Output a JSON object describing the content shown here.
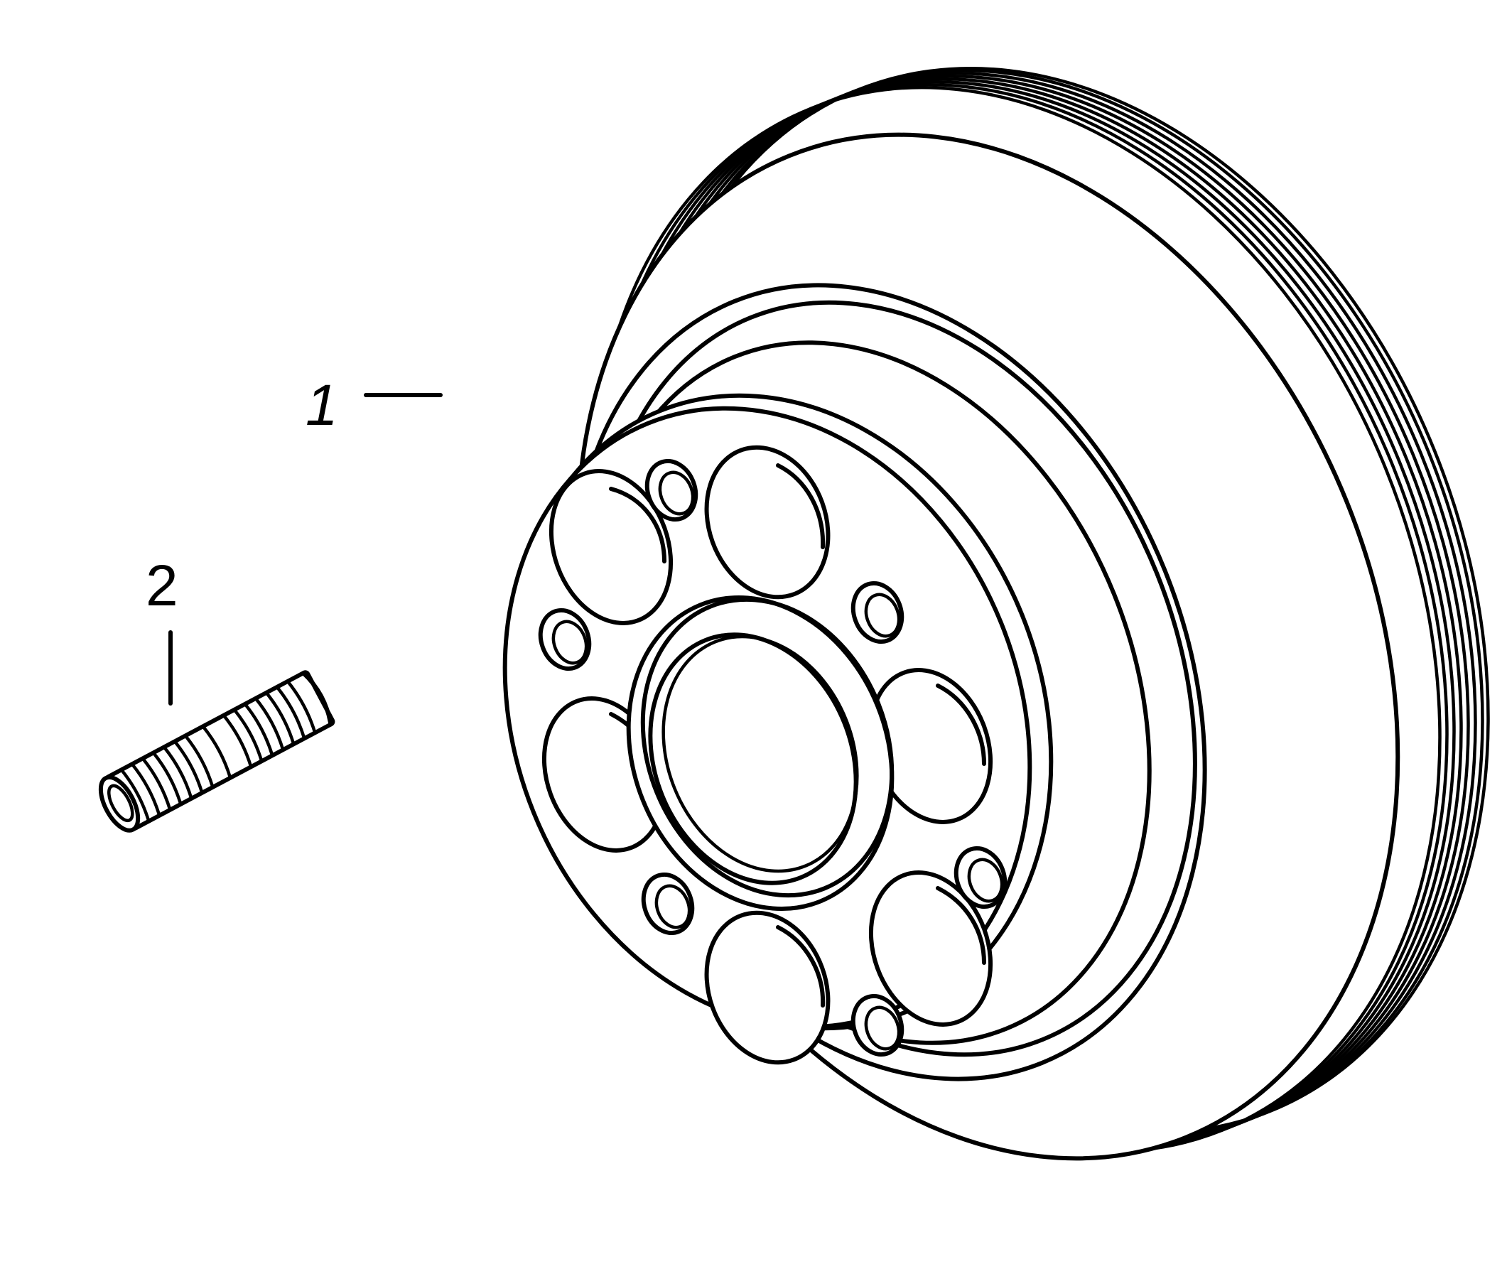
{
  "diagram": {
    "callouts": [
      {
        "id": "pulley",
        "label": "1"
      },
      {
        "id": "stud",
        "label": "2"
      }
    ],
    "colors": {
      "line": "#000000",
      "background": "#ffffff"
    }
  }
}
